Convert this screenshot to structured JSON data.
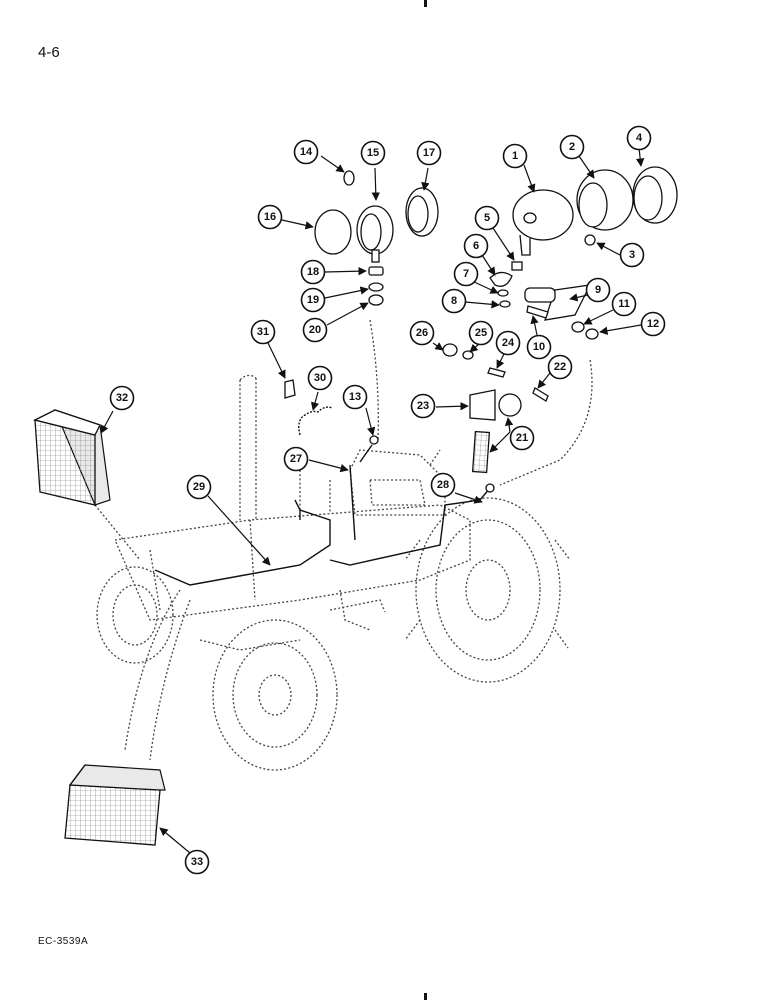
{
  "page": {
    "number": "4-6",
    "code": "EC-3539A"
  },
  "callouts": [
    "1",
    "2",
    "3",
    "4",
    "5",
    "6",
    "7",
    "8",
    "9",
    "10",
    "11",
    "12",
    "13",
    "14",
    "15",
    "16",
    "17",
    "18",
    "19",
    "20",
    "21",
    "22",
    "23",
    "24",
    "25",
    "26",
    "27",
    "28",
    "29",
    "30",
    "31",
    "32",
    "33"
  ]
}
